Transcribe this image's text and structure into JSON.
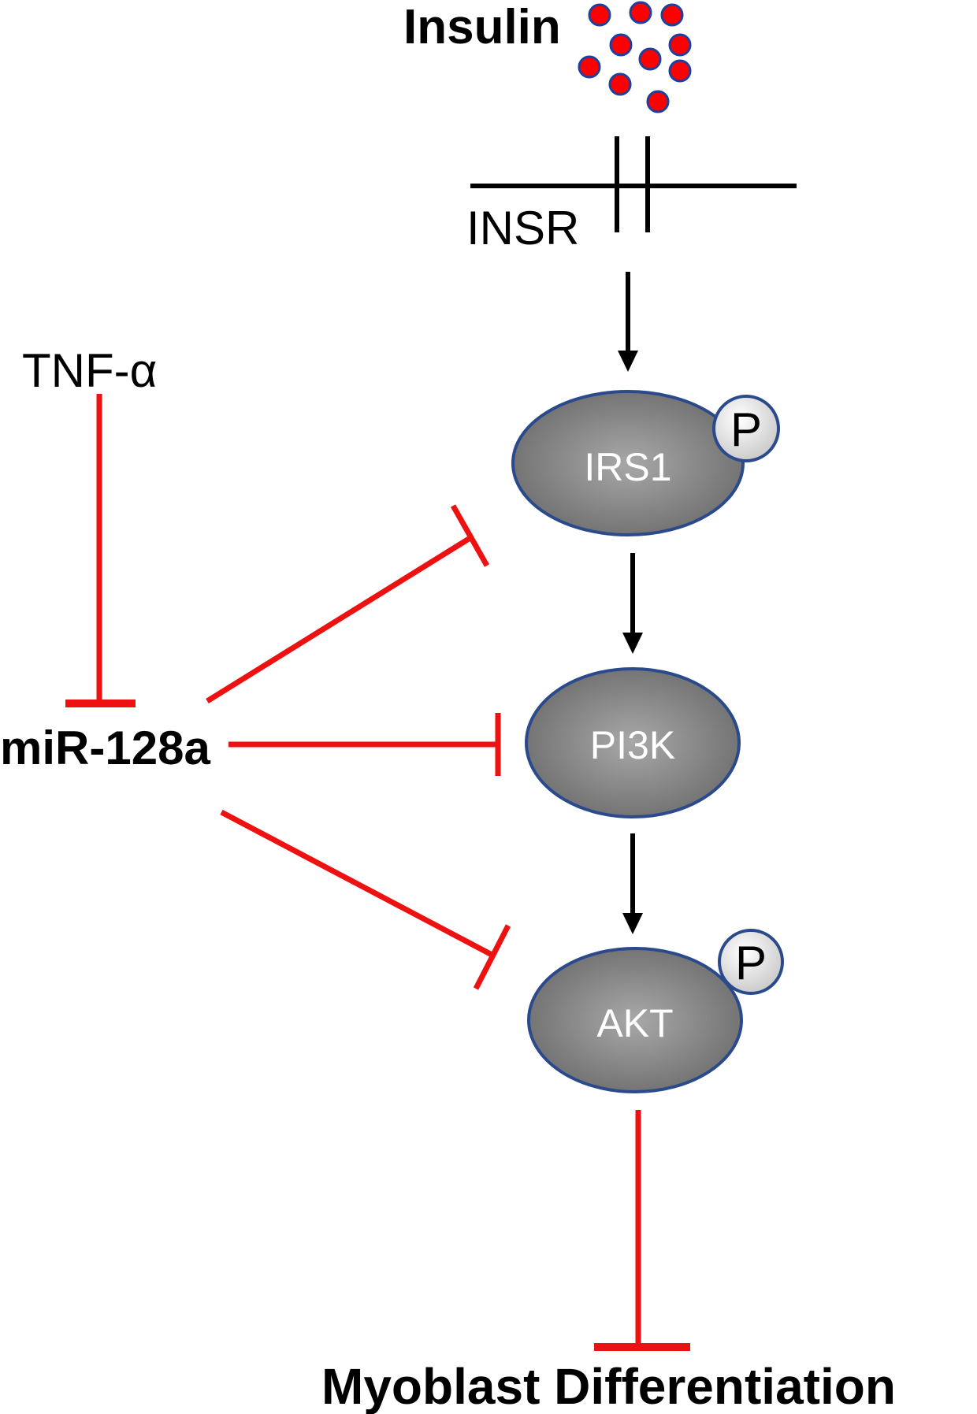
{
  "labels": {
    "insulin": "Insulin",
    "insr": "INSR",
    "tnf": "TNF-α",
    "mir": "miR-128a",
    "outcome": "Myoblast Differentiation"
  },
  "nodes": {
    "irs1": "IRS1",
    "pi3k": "PI3K",
    "akt": "AKT"
  },
  "phospho": "P",
  "colors": {
    "inhibition": "#ee1111",
    "activation": "#000000",
    "node_fill_center": "#a8a8a8",
    "node_fill_edge": "#6e6e6e",
    "node_stroke": "#2a4a8c",
    "insulin_dot": "#ff0000",
    "insulin_dot_stroke": "#1f3f9f"
  }
}
